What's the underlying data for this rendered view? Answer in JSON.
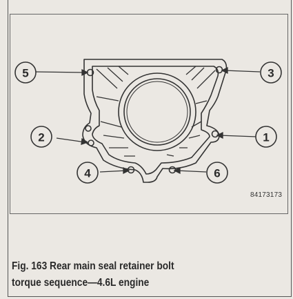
{
  "figure_number": "84173173",
  "caption": {
    "line1": "Fig. 163 Rear main seal retainer bolt",
    "line2": "torque sequence—4.6L engine"
  },
  "callouts": [
    {
      "label": "5"
    },
    {
      "label": "3"
    },
    {
      "label": "2"
    },
    {
      "label": "1"
    },
    {
      "label": "4"
    },
    {
      "label": "6"
    }
  ]
}
